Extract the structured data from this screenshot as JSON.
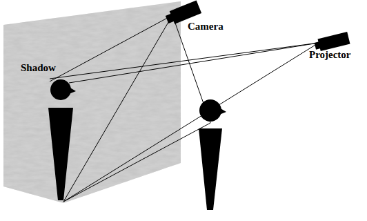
{
  "diagram": {
    "labels": [
      "Camera",
      "Projector",
      "Shadow"
    ]
  }
}
